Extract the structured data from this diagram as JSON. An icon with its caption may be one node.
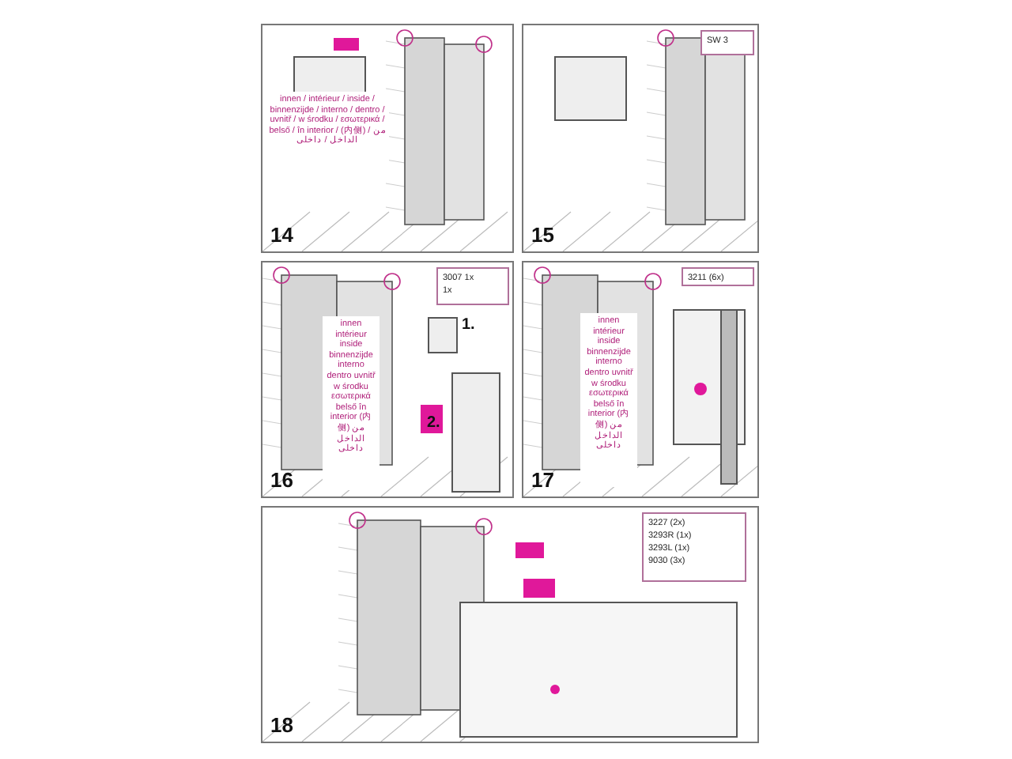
{
  "diagram": {
    "nodes": [
      {
        "text": [
          "14"
        ]
      },
      {
        "text": [
          "innen / intérieur / inside / binnenzijde / interno / dentro / uvnitř / w środku / εσωτερικά / belső / în interior / (内侧) / من الداخل / داخلی"
        ],
        "in": 0
      },
      {
        "text": [
          "15"
        ]
      },
      {
        "text": [
          "SW 3"
        ],
        "in": 2
      },
      {
        "text": [
          "16"
        ]
      },
      {
        "text": [
          "3007 1x",
          "1x"
        ],
        "in": 4
      },
      {
        "text": [
          "innen intérieur inside binnenzijde interno dentro uvnitř w środku εσωτερικά belső în interior (内侧) من الداخل داخلی"
        ],
        "in": 4
      },
      {
        "text": [
          "17"
        ]
      },
      {
        "text": [
          "3211 (6x)"
        ],
        "in": 7
      },
      {
        "text": [
          "innen intérieur inside binnenzijde interno dentro uvnitř w środku εσωτερικά belső în interior (内侧) من الداخل داخلی"
        ],
        "in": 7
      },
      {
        "text": [
          "18"
        ]
      },
      {
        "text": [
          "3227 (2x)",
          "3293R (1x)",
          "3293L (1x)",
          "9030 (3x)"
        ],
        "in": 10
      }
    ],
    "labels": [
      "1.",
      "2."
    ]
  }
}
